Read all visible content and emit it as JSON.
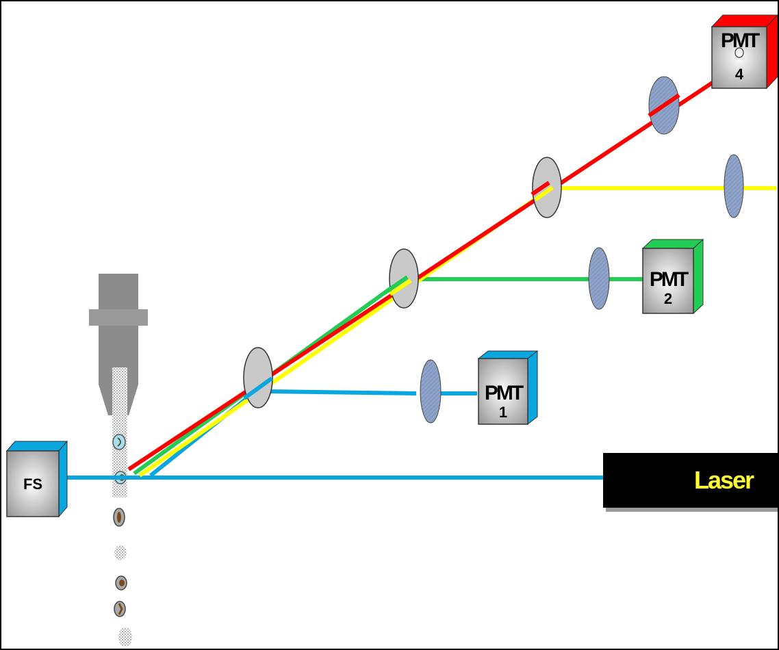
{
  "labels": {
    "pmt_word": "PMT",
    "pmt1_number": "1",
    "pmt2_number": "2",
    "pmt4_number": "4",
    "fs": "FS",
    "laser": "Laser"
  },
  "colors": {
    "blue": "#0aa6e0",
    "green": "#22cc55",
    "yellow": "#ffff00",
    "red": "#ff0000",
    "laser_body": "#000000",
    "laser_text": "#ffff33",
    "lens_fill": "#8fa4c8",
    "mirror_fill": "#c9c9c9",
    "nozzle_fill": "#8c8c8c"
  }
}
